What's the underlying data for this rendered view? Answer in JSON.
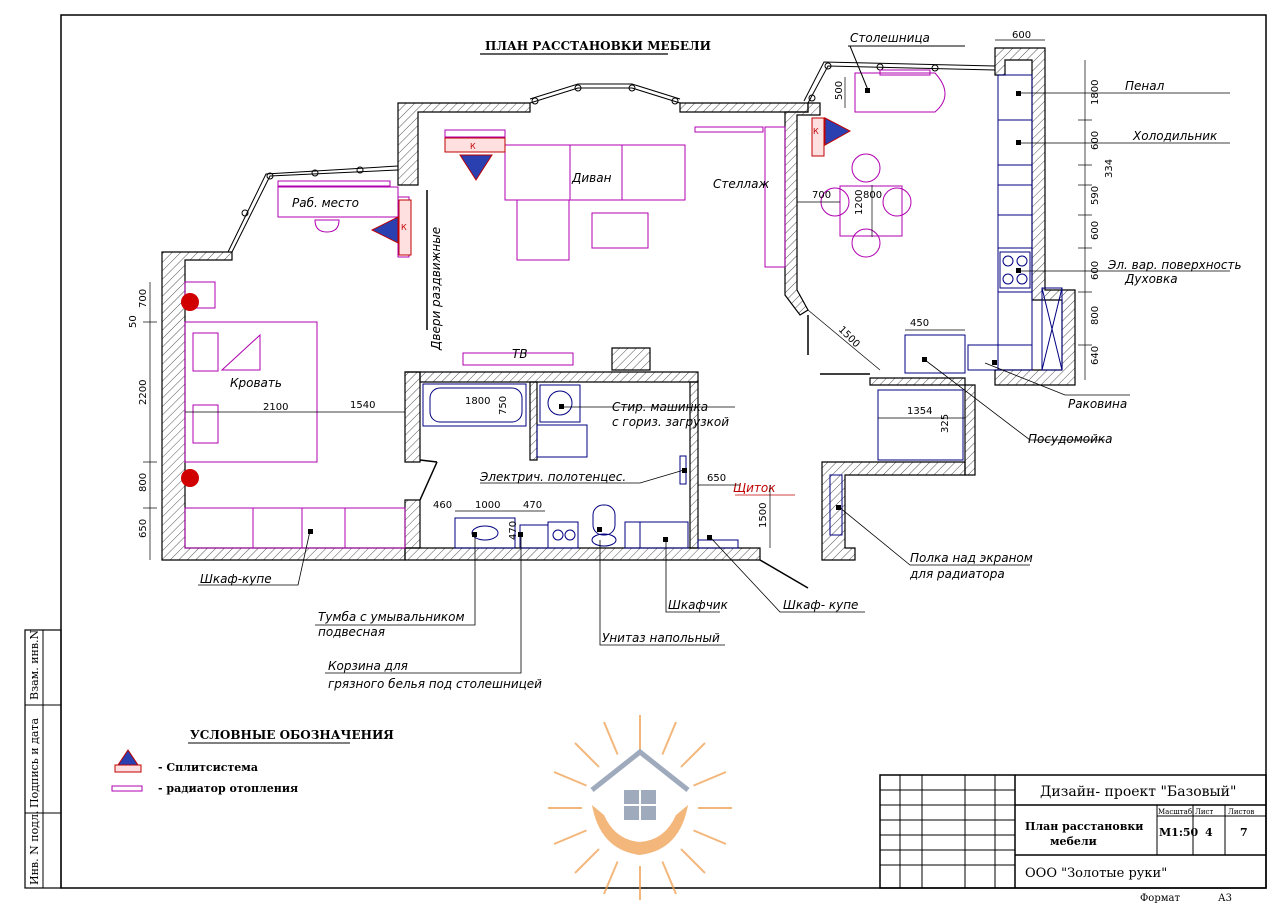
{
  "drawing": {
    "title": "ПЛАН РАССТАНОВКИ МЕБЕЛИ",
    "legend_title": "УСЛОВНЫЕ ОБОЗНАЧЕНИЯ",
    "legend": [
      {
        "label": "- Сплитсистема"
      },
      {
        "label": "- радиатор отопления"
      }
    ]
  },
  "rooms": {
    "workplace": "Раб. место",
    "sofa": "Диван",
    "shelving": "Стеллаж",
    "bed": "Кровать",
    "tv": "ТВ",
    "sliding_doors": "Двери раздвижные",
    "countertop": "Столешница",
    "split_mark": "К"
  },
  "annotations": {
    "penal": "Пенал",
    "fridge": "Холодильник",
    "hob_1": "Эл. вар. поверхность",
    "hob_2": "Духовка",
    "sink": "Раковина",
    "dishwasher": "Посудомойка",
    "washer_1": "Стир. машинка",
    "washer_2": "с гориз. загрузкой",
    "towel": "Электрич. полотенцес.",
    "shield": "Щиток",
    "shelf_1": "Полка над экраном",
    "shelf_2": "для радиатора",
    "wardrobe_left": "Шкаф-купе",
    "vanity_1": "Тумба с умывальником",
    "vanity_2": "подвесная",
    "basket_1": "Корзина для",
    "basket_2": "грязного белья под столешницей",
    "cabinet": "Шкафчик",
    "toilet": "Унитаз напольный",
    "wardrobe_right": "Шкаф- купе"
  },
  "dimensions": {
    "d600_top": "600",
    "d500": "500",
    "d1800_r": "1800",
    "d600_a": "600",
    "d334": "334",
    "d590": "590",
    "d600_b": "600",
    "d600_c": "600",
    "d800_r": "800",
    "d640": "640",
    "d700_dining": "700",
    "d1200": "1200",
    "d800_dining": "800",
    "d1500_diag": "1500",
    "d450": "450",
    "d1354": "1354",
    "d325": "325",
    "d700_left": "700",
    "d50": "50",
    "d2200": "2200",
    "d800_left": "800",
    "d650_left": "650",
    "d2100": "2100",
    "d1540": "1540",
    "d1800_bath": "1800",
    "d750": "750",
    "d460": "460",
    "d1000": "1000",
    "d470_a": "470",
    "d470_b": "470",
    "d650_bath": "650",
    "d1500_bath": "1500"
  },
  "side_stamp": {
    "inv_sub": "Взам. инв.N",
    "sign_date": "Подпись и дата",
    "inv_orig": "Инв. N подл."
  },
  "title_block": {
    "project": "Дизайн- проект \"Базовый\"",
    "sheet_title_1": "План расстановки",
    "sheet_title_2": "мебели",
    "col_scale": "Масштаб",
    "col_sheet": "Лист",
    "col_sheets": "Листов",
    "scale": "М1:50",
    "sheet": "4",
    "sheets": "7",
    "company": "ООО \"Золотые руки\"",
    "format_label": "Формат",
    "format_value": "А3"
  }
}
